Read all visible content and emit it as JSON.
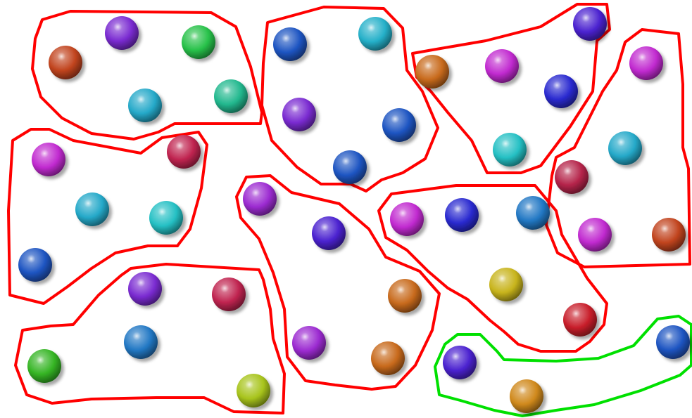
{
  "colors": {
    "background": "#ffffff",
    "group_outline": "#ff0000",
    "highlight_outline": "#00e000"
  },
  "groups": [
    {
      "id": "group-1",
      "status": "red",
      "ball_colors": [
        "#c1441e",
        "#7a2bd1",
        "#28c24a",
        "#25a9c9",
        "#22b88e"
      ]
    },
    {
      "id": "group-2",
      "status": "red",
      "ball_colors": [
        "#1e55c2",
        "#25b0c9",
        "#7a2bd1",
        "#1e55c2",
        "#1e55c2"
      ]
    },
    {
      "id": "group-3",
      "status": "red",
      "ball_colors": [
        "#c86a1c",
        "#c12ad0",
        "#2a2ad0",
        "#4b22d0",
        "#25c0c4"
      ]
    },
    {
      "id": "group-4",
      "status": "red",
      "ball_colors": [
        "#c12ad0",
        "#25a9c9",
        "#b5244a",
        "#c12ad0",
        "#c1441e"
      ]
    },
    {
      "id": "group-5",
      "status": "red",
      "ball_colors": [
        "#c12ad0",
        "#c02450",
        "#25a9c9",
        "#25c0c4",
        "#1e55c2"
      ]
    },
    {
      "id": "group-6",
      "status": "red",
      "ball_colors": [
        "#9c2bd1",
        "#4b22d0",
        "#c86a1c",
        "#9c2bd1",
        "#c86a1c"
      ]
    },
    {
      "id": "group-7",
      "status": "red",
      "ball_colors": [
        "#c12ad0",
        "#2a2ad0",
        "#2278c4",
        "#c8b41c",
        "#c81e2a"
      ]
    },
    {
      "id": "group-8",
      "status": "red",
      "ball_colors": [
        "#7a2bd1",
        "#c02450",
        "#2278c4",
        "#35b524",
        "#a8c41c"
      ]
    },
    {
      "id": "group-9",
      "status": "green",
      "ball_colors": [
        "#4b22d0",
        "#d0891c",
        "#1e55c2"
      ]
    }
  ]
}
